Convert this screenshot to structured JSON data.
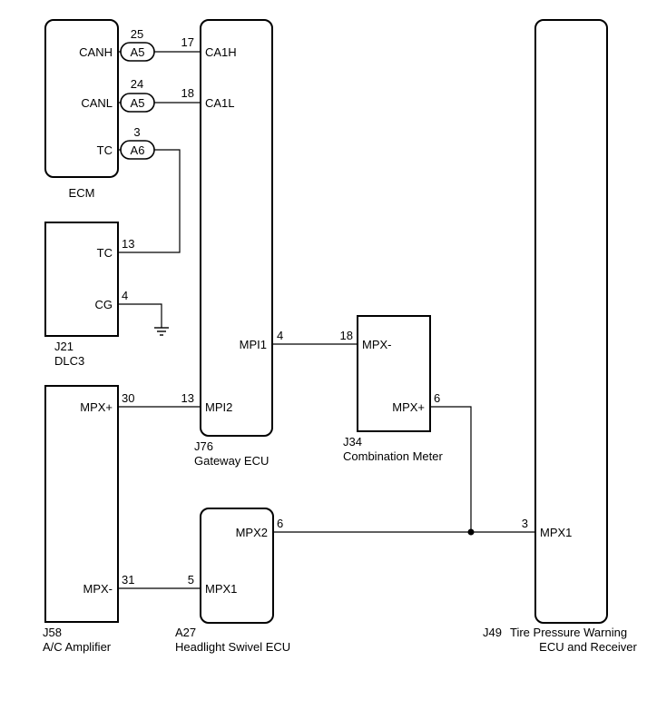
{
  "components": {
    "ecm": {
      "name": "ECM",
      "pins": {
        "canh": "CANH",
        "canl": "CANL",
        "tc": "TC"
      }
    },
    "dlc3": {
      "id": "J21",
      "name": "DLC3",
      "pins": {
        "tc": "TC",
        "cg": "CG"
      }
    },
    "gateway": {
      "id": "J76",
      "name": "Gateway ECU",
      "pins": {
        "ca1h": "CA1H",
        "ca1l": "CA1L",
        "mpi1": "MPI1",
        "mpi2": "MPI2"
      }
    },
    "combination_meter": {
      "id": "J34",
      "name": "Combination Meter",
      "pins": {
        "mpx_minus": "MPX-",
        "mpx_plus": "MPX+"
      }
    },
    "ac_amplifier": {
      "id": "J58",
      "name": "A/C Amplifier",
      "pins": {
        "mpx_plus": "MPX+",
        "mpx_minus": "MPX-"
      }
    },
    "headlight_swivel": {
      "id": "A27",
      "name": "Headlight Swivel ECU",
      "pins": {
        "mpx2": "MPX2",
        "mpx1": "MPX1"
      }
    },
    "tpw": {
      "id": "J49",
      "name_line1": "Tire Pressure Warning",
      "name_line2": "ECU and Receiver",
      "pins": {
        "mpx1": "MPX1"
      }
    }
  },
  "connectors": {
    "canh": {
      "label": "A5",
      "pin": "25"
    },
    "canl": {
      "label": "A5",
      "pin": "24"
    },
    "tc": {
      "label": "A6",
      "pin": "3"
    }
  },
  "pin_numbers": {
    "gw_ca1h": "17",
    "gw_ca1l": "18",
    "dlc_tc": "13",
    "dlc_cg": "4",
    "gw_mpi1": "4",
    "meter_mpx_minus": "18",
    "meter_mpx_plus": "6",
    "ac_mpx_plus": "30",
    "gw_mpi2": "13",
    "hl_mpx2": "6",
    "tpw_mpx1": "3",
    "ac_mpx_minus": "31",
    "hl_mpx1": "5"
  }
}
